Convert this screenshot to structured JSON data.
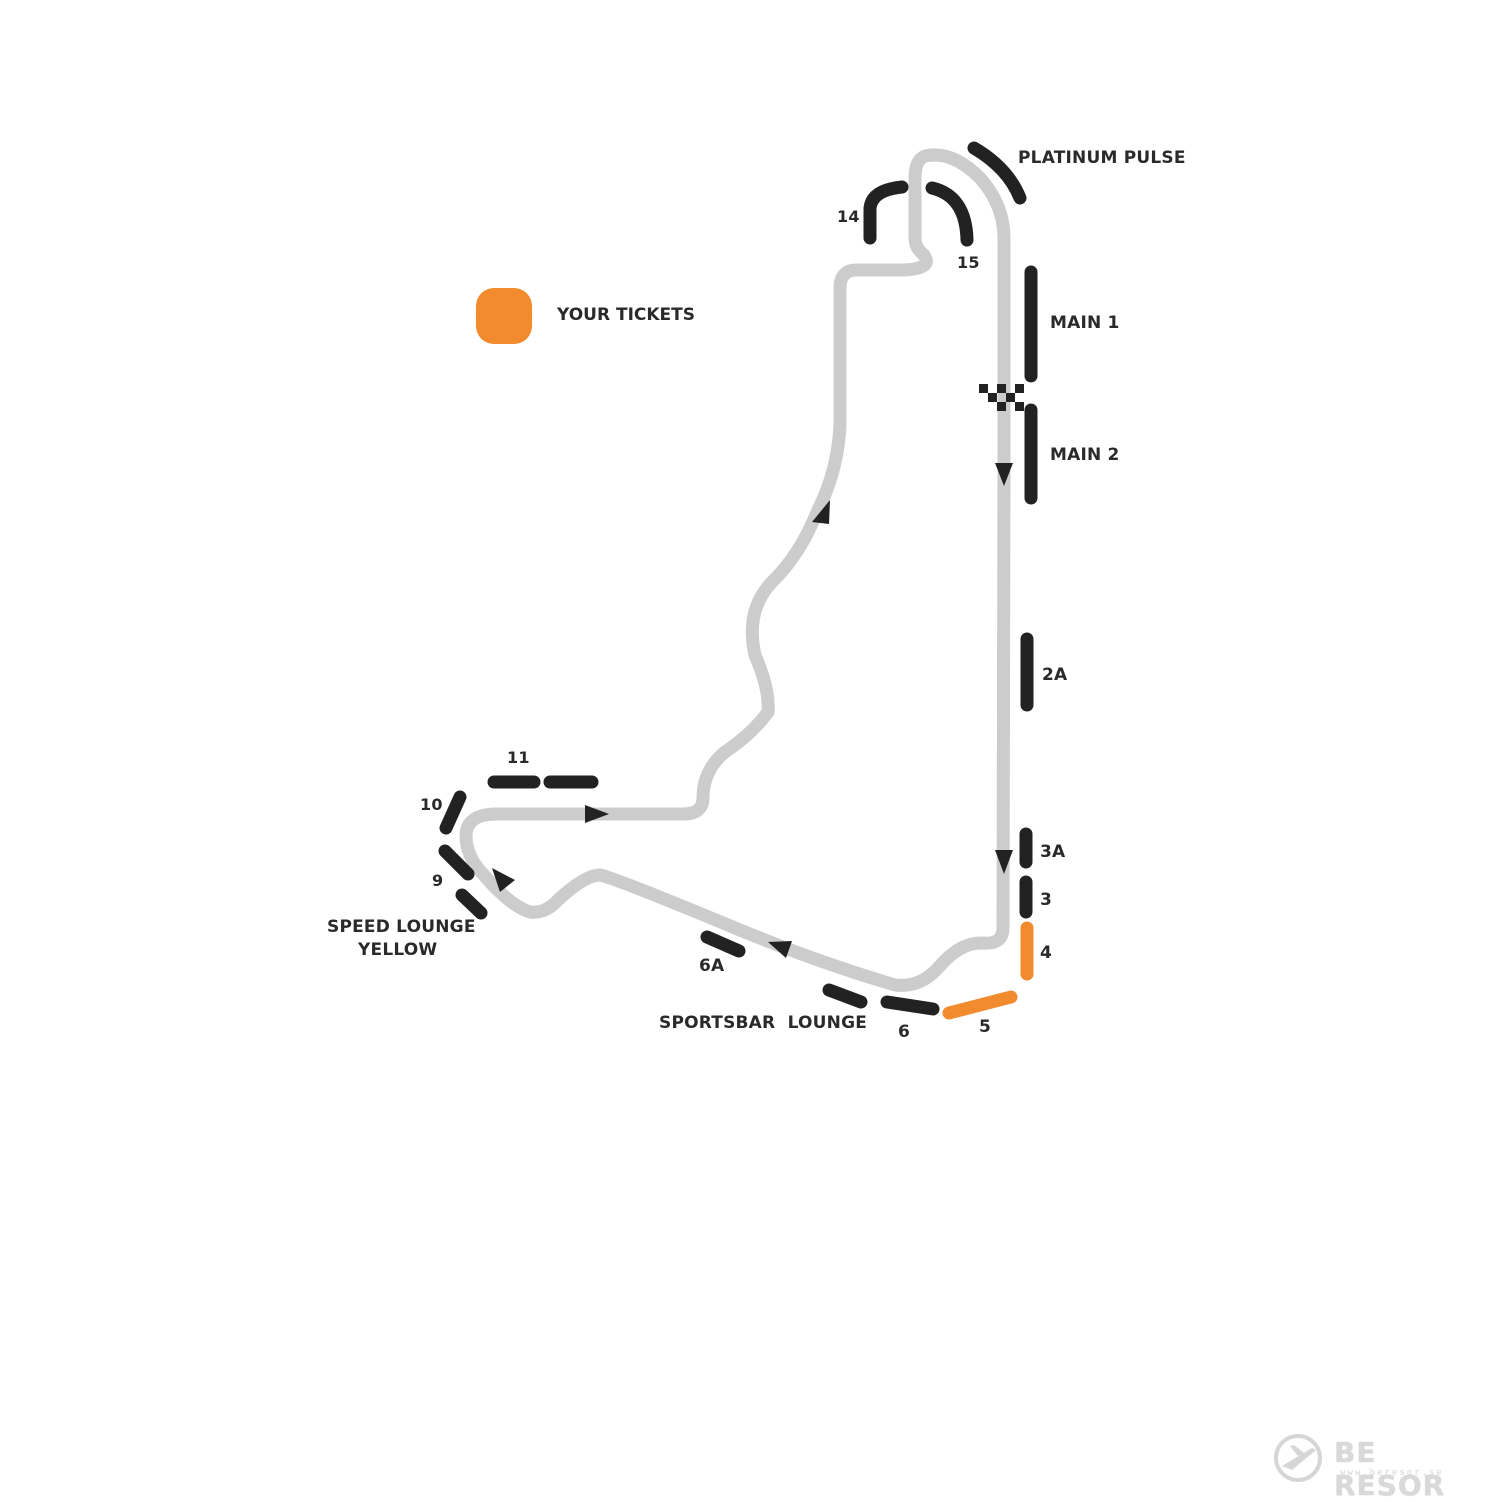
{
  "legend": {
    "label": "YOUR TICKETS",
    "swatch_color": "#f28a2e"
  },
  "colors": {
    "track": "#cccccc",
    "grandstand": "#222222",
    "highlight": "#f28a2e",
    "arrow": "#222222"
  },
  "grandstands": {
    "platinum_pulse": "PLATINUM PULSE",
    "main_1": "MAIN 1",
    "main_2": "MAIN 2",
    "gs_2a": "2A",
    "gs_3a": "3A",
    "gs_3": "3",
    "gs_4": "4",
    "gs_5": "5",
    "gs_6": "6",
    "gs_6a": "6A",
    "sportsbar_lounge": "SPORTSBAR  LOUNGE",
    "gs_9": "9",
    "gs_10": "10",
    "gs_11": "11",
    "gs_14": "14",
    "gs_15": "15",
    "speed_lounge_line1": "SPEED LOUNGE",
    "speed_lounge_line2": "YELLOW"
  },
  "highlighted_grandstands": [
    "4",
    "5"
  ],
  "watermark": {
    "brand": "BE RESOR",
    "url": "www.beresor.se",
    "icon": "airplane-globe-icon"
  }
}
